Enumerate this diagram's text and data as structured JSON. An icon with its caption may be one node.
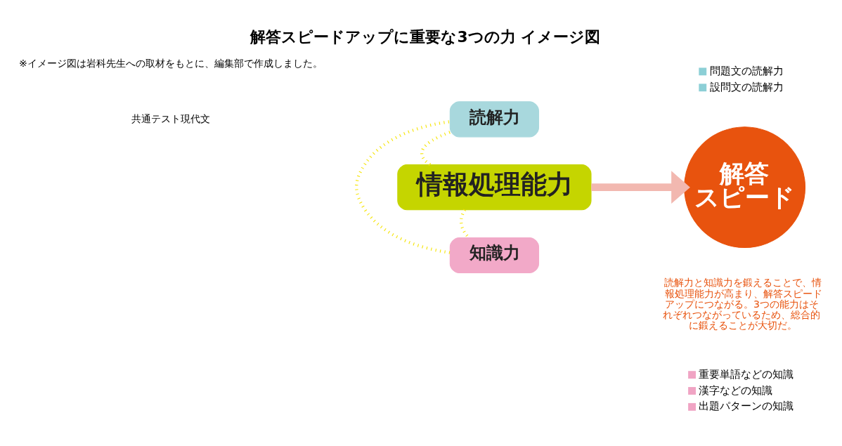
{
  "diagram": {
    "title": "解答スピードアップに重要な3つの力 イメージ図",
    "nodes": [
      {
        "text": [
          "読解力"
        ],
        "beside": [
          "問題文の読解力",
          "設問文の読解力"
        ]
      },
      {
        "text": [
          "情報処理能力"
        ]
      },
      {
        "text": [
          "知識力"
        ],
        "beside": [
          "重要単語などの知識",
          "漢字などの知識",
          "出題パターンの知識"
        ]
      },
      {
        "text": [
          "解答スピード"
        ],
        "beside": [
          "読解力と知識力を鍛えることで、情報処理能力が高まり、解答スピードアップにつながる。3つの能力はそれぞれつながっているため、総合的に鍛えることが大切だ。"
        ]
      }
    ],
    "edges": [
      {
        "from": 0,
        "to": 1,
        "arrow": "none",
        "style": "dashed",
        "color": "#f5e400"
      },
      {
        "from": 1,
        "to": 2,
        "arrow": "none",
        "style": "dashed",
        "color": "#f5e400"
      },
      {
        "from": 2,
        "to": 0,
        "arrow": "none",
        "style": "dashed",
        "color": "#f5e400"
      },
      {
        "from": 1,
        "to": 3,
        "arrow": "to",
        "style": "thick",
        "color": "#f2b8b0"
      }
    ],
    "labels": [
      "共通テスト現代文",
      "※イメージ図は岩科先生への取材をもとに、編集部で作成しました。"
    ]
  }
}
